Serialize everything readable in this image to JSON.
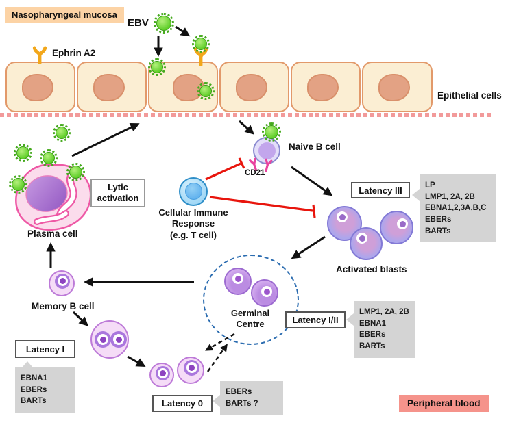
{
  "region_labels": {
    "nasopharyngeal_mucosa": "Nasopharyngeal mucosa",
    "epithelial_cells": "Epithelial cells",
    "peripheral_blood": "Peripheral blood"
  },
  "entity_labels": {
    "ebv": "EBV",
    "ephrin_a2": "Ephrin A2",
    "naive_b_cell": "Naive B cell",
    "cd21": "CD21",
    "cellular_immune_response": "Cellular Immune\nResponse\n(e.g. T cell)",
    "lytic_activation": "Lytic\nactivation",
    "plasma_cell": "Plasma cell",
    "activated_blasts": "Activated blasts",
    "germinal_centre": "Germinal\nCentre",
    "memory_b_cell": "Memory B cell"
  },
  "latency_states": [
    {
      "title": "Latency III",
      "genes": [
        "LP",
        "LMP1, 2A, 2B",
        "EBNA1,2,3A,B,C",
        "EBERs",
        "BARTs"
      ]
    },
    {
      "title": "Latency I/II",
      "genes": [
        "LMP1, 2A, 2B",
        "EBNA1",
        "EBERs",
        "BARTs"
      ]
    },
    {
      "title": "Latency I",
      "genes": [
        "EBNA1",
        "EBERs",
        "BARTs"
      ]
    },
    {
      "title": "Latency 0",
      "genes": [
        "EBERs",
        "BARTs ?"
      ]
    }
  ],
  "colors": {
    "mucosa_label_bg": "#fcd3a5",
    "peripheral_label_bg": "#f5938b",
    "epithelium_fill": "#fbeed3",
    "epithelium_border": "#e2996a",
    "virus_green": "#5fce29",
    "receptor_yellow": "#f2a71b",
    "cd21_pink": "#e8439f",
    "inhibition_red": "#e8150d",
    "gene_box_bg": "#d4d4d4",
    "germinal_dash_blue": "#2b6cb0"
  }
}
